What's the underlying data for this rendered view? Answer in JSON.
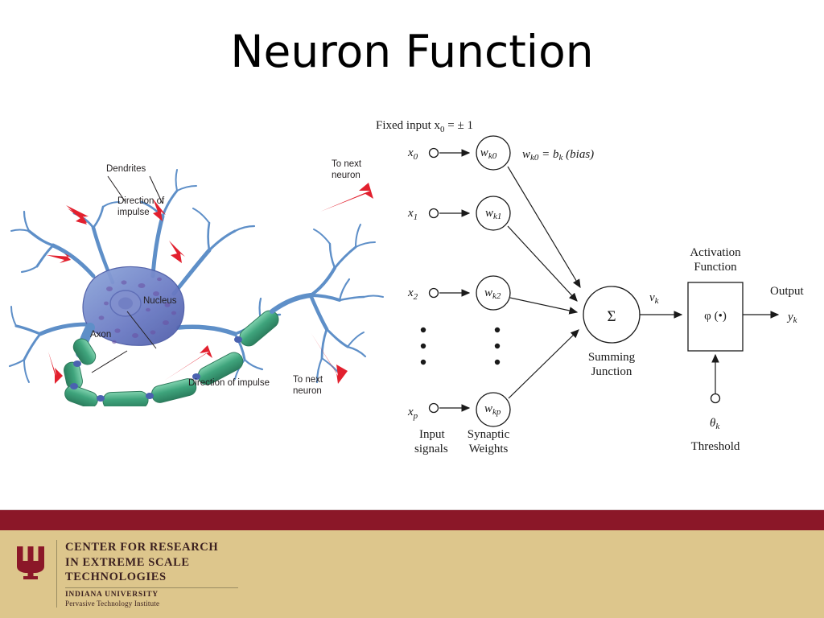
{
  "slide": {
    "title": "Neuron Function",
    "background": "#FFFFFF"
  },
  "neuron_figure": {
    "caption_labels": {
      "dendrites": "Dendrites",
      "direction_of_impulse_top": "Direction of",
      "direction_of_impulse_top2": "impulse",
      "nucleus": "Nucleus",
      "axon": "Axon",
      "direction_of_impulse_bottom": "Direction of impulse",
      "to_next_neuron_top": "To next",
      "to_next_neuron_top2": "neuron",
      "to_next_neuron_bottom": "To next",
      "to_next_neuron_bottom2": "neuron"
    },
    "colors": {
      "dendrite_blue": "#5B8FC9",
      "soma_blue": "#6F7FC4",
      "nucleus_purple": "#7B6BB0",
      "myelin_green": "#3FA07A",
      "arrow_red": "#E4222F"
    }
  },
  "perceptron_figure": {
    "fixed_input_note": "Fixed input x",
    "fixed_input_sub": "0",
    "fixed_input_tail": " = ± 1",
    "bias_note_a": "w",
    "bias_note_a_sub": "k0",
    "bias_note_b": " = b",
    "bias_note_b_sub": "k",
    "bias_note_c": " (bias)",
    "inputs": [
      {
        "label": "x",
        "sub": "0",
        "weight": "w",
        "weight_sub": "k0"
      },
      {
        "label": "x",
        "sub": "1",
        "weight": "w",
        "weight_sub": "k1"
      },
      {
        "label": "x",
        "sub": "2",
        "weight": "w",
        "weight_sub": "k2"
      },
      {
        "label": "x",
        "sub": "p",
        "weight": "w",
        "weight_sub": "kp"
      }
    ],
    "summing_symbol": "Σ",
    "summing_label_1": "Summing",
    "summing_label_2": "Junction",
    "induced_field": "v",
    "induced_field_sub": "k",
    "activation_label_1": "Activation",
    "activation_label_2": "Function",
    "activation_symbol": "φ (•)",
    "threshold_symbol": "θ",
    "threshold_symbol_sub": "k",
    "threshold_label": "Threshold",
    "output_label": "Output",
    "output_symbol": "y",
    "output_symbol_sub": "k",
    "input_signals_1": "Input",
    "input_signals_2": "signals",
    "synaptic_weights_1": "Synaptic",
    "synaptic_weights_2": "Weights",
    "vertical_dots": "•"
  },
  "footer": {
    "band_color": "#8B1728",
    "background_color": "#DDC68C",
    "logo_icon": "iu-trident-icon",
    "crest_lines": [
      "CENTER FOR RESEARCH",
      "IN EXTREME SCALE",
      "TECHNOLOGIES"
    ],
    "university": "INDIANA UNIVERSITY",
    "institute": "Pervasive Technology Institute"
  }
}
